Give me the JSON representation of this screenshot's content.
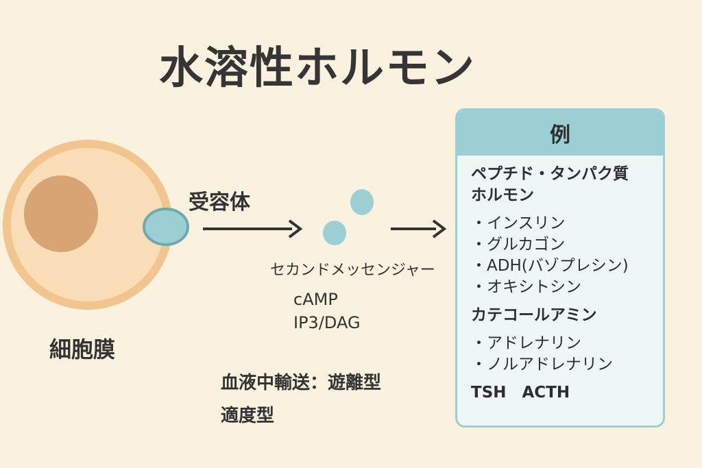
{
  "title": "水溶性ホルモン",
  "diagram": {
    "receptor_label": "受容体",
    "membrane_label": "細胞膜",
    "second_messenger_label": "セカンドメッセンジャー",
    "messengers": [
      "cAMP",
      "IP3/DAG"
    ],
    "transport_line1": "血液中輸送：遊離型",
    "transport_line2": "適度型"
  },
  "examples_panel": {
    "header": "例",
    "group1_heading_line1": "ペプチド・タンパク質",
    "group1_heading_line2": "ホルモン",
    "group1_items": [
      "・インスリン",
      "・グルカゴン",
      "・ADH(バゾプレシン)",
      "・オキシトシン"
    ],
    "group2_heading": "カテコールアミン",
    "group2_items": [
      "・アドレナリン",
      "・ノルアドレナリン"
    ],
    "group3_text": "TSH　ACTH"
  },
  "colors": {
    "background": "#fbf1df",
    "cell_outer": "#f2c48e",
    "cell_inner": "#f9ddb7",
    "nucleus": "#d9a473",
    "receptor": "#9ccfd3",
    "panel_header": "#9ccfd3",
    "arrow": "#333333"
  }
}
